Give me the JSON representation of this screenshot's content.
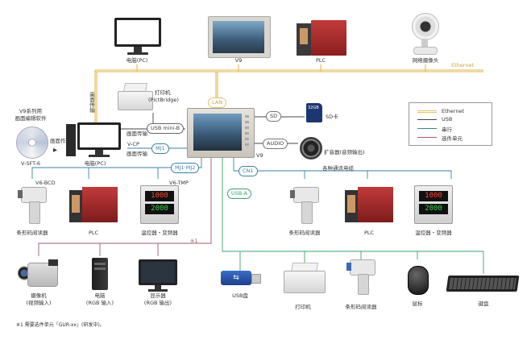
{
  "colors": {
    "ethernet": "#e8c36a",
    "usb": "#444444",
    "serial": "#3a82a8",
    "option": "#a05a6a",
    "usb_green": "#3aa36a"
  },
  "bus": {
    "ethernet_label": "Ethernet"
  },
  "top": {
    "pc_label": "电脑(PC)",
    "v9_label": "V9",
    "plc_label": "PLC",
    "camera_label": "网络摄像头"
  },
  "left": {
    "software_title_1": "V9系列用",
    "software_title_2": "画面编辑软件",
    "software_name": "V-SFT-6",
    "screen_create": "画面作成",
    "pc_label": "电脑(PC)",
    "screen_transfer_vertical": "画面传输",
    "screen_transfer_1": "画面传输",
    "screen_transfer_2": "画面传输",
    "vcp": "V-CP"
  },
  "printer_top": {
    "label_1": "打印机",
    "label_2": "(PictBridge)"
  },
  "center": {
    "v9_label": "V9",
    "lan_tag": "LAN",
    "usb_mini_tag": "USB mini-B",
    "mj1_tag": "MJ1",
    "mj1mj2_tag": "MJ1·MJ2",
    "cn1_tag": "CN1",
    "usba_tag": "USB-A",
    "sd_tag": "SD",
    "audio_tag": "AUDIO"
  },
  "right_top": {
    "sd_label": "SD卡",
    "sd_card_text": "32GB",
    "speaker_label": "扩音器(音频输出)",
    "comms_label": "各种通讯电缆"
  },
  "legend": {
    "items": [
      {
        "label": "Ethernet"
      },
      {
        "label": "USB"
      },
      {
        "label": "串行"
      },
      {
        "label": "选件单元"
      }
    ]
  },
  "mid_row": {
    "left_title": "V6-BCD",
    "left_title2": "V6-TMP",
    "barcode_label": "条形码阅读器",
    "plc_label": "PLC",
    "temp_label": "温控器・变频器",
    "right_barcode_label": "条形码阅读器",
    "right_plc_label": "PLC",
    "right_temp_label": "温控器・变频器",
    "temp_display_1": "1000",
    "temp_display_2": "2000"
  },
  "note_mark": "※1",
  "bottom_row": {
    "camcorder_label_1": "摄像机",
    "camcorder_label_2": "(视频输入)",
    "pc_label_1": "电脑",
    "pc_label_2": "(RGB 输入)",
    "display_label_1": "显示器",
    "display_label_2": "(RGB 输出)",
    "usb_label": "USB盘",
    "printer_label": "打印机",
    "barcode_label": "条形码阅读器",
    "mouse_label": "鼠标",
    "keyboard_label": "键盘"
  },
  "footnote": "※1 需要选件单元「GUR-xx」(研发中)。"
}
